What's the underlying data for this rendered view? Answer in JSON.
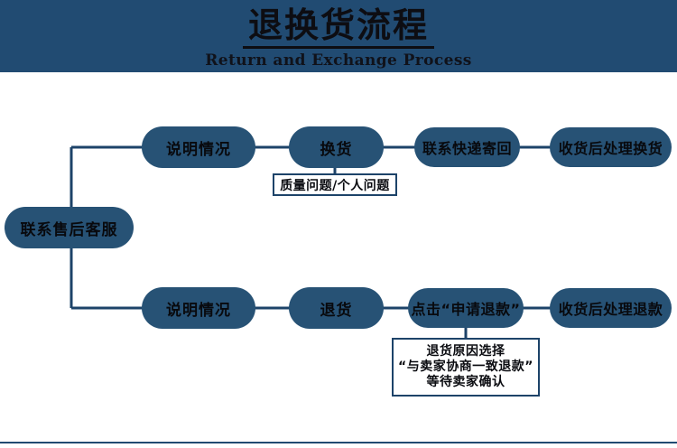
{
  "header": {
    "title_cn": "退换货流程",
    "title_en": "Return and Exchange Process",
    "background_color": "#214b72"
  },
  "theme": {
    "node_fill": "#275275",
    "node_text": "#08090d",
    "line_color": "#1d4369",
    "note_border": "#1d4369",
    "page_background": "#ffffff"
  },
  "flow": {
    "start_node": {
      "label": "联系售后客服"
    },
    "branches": [
      {
        "name": "exchange",
        "nodes": [
          {
            "label": "说明情况"
          },
          {
            "label": "换货"
          },
          {
            "label": "联系快递寄回"
          },
          {
            "label": "收货后处理换货"
          }
        ],
        "note": {
          "lines": [
            "质量问题/个人问题"
          ]
        }
      },
      {
        "name": "return",
        "nodes": [
          {
            "label": "说明情况"
          },
          {
            "label": "退货"
          },
          {
            "label": "点击“申请退款”"
          },
          {
            "label": "收货后处理退款"
          }
        ],
        "note": {
          "lines": [
            "退货原因选择",
            "“与卖家协商一致退款”",
            "等待卖家确认"
          ]
        }
      }
    ]
  }
}
